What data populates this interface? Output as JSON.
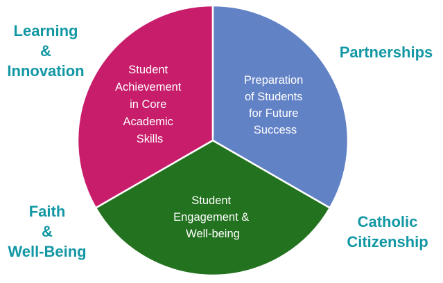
{
  "colors": {
    "pink": "#C81D6B",
    "blue": "#6282C6",
    "green": "#23721F",
    "teal": "#1297A4"
  },
  "slices": [
    {
      "id": "pink",
      "lines": [
        "Student",
        "Achievement",
        "in Core",
        "Academic",
        "Skills"
      ]
    },
    {
      "id": "blue",
      "lines": [
        "Preparation",
        "of Students",
        "for Future",
        "Success"
      ]
    },
    {
      "id": "green",
      "lines": [
        "Student",
        "Engagement &",
        "Well-being"
      ]
    }
  ],
  "corners": {
    "top_left": [
      "Learning",
      "&",
      "Innovation"
    ],
    "top_right": [
      "Partnerships"
    ],
    "bottom_left": [
      "Faith",
      "&",
      "Well-Being"
    ],
    "bottom_right": [
      "Catholic",
      "Citizenship"
    ]
  }
}
